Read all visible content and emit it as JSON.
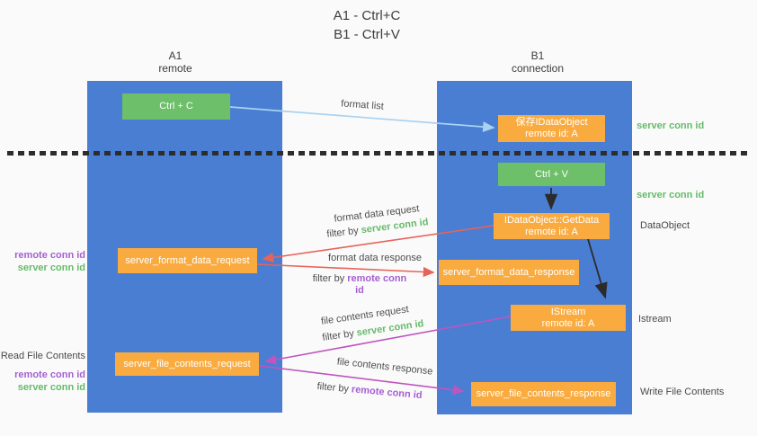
{
  "title": {
    "line1": "A1 - Ctrl+C",
    "line2": "B1 - Ctrl+V"
  },
  "columns": {
    "a1": {
      "id": "A1",
      "role": "remote"
    },
    "b1": {
      "id": "B1",
      "role": "connection"
    }
  },
  "nodes": {
    "ctrl_c": {
      "label": "Ctrl + C"
    },
    "save_idataobject": {
      "line1": "保存IDataObject",
      "line2": "remote id: A"
    },
    "ctrl_v": {
      "label": "Ctrl + V"
    },
    "getdata": {
      "line1": "IDataObject::GetData",
      "line2": "remote id: A"
    },
    "format_request": {
      "label": "server_format_data_request"
    },
    "format_response": {
      "label": "server_format_data_response"
    },
    "istream": {
      "line1": "IStream",
      "line2": "remote id: A"
    },
    "file_request": {
      "label": "server_file_contents_request"
    },
    "file_response": {
      "label": "server_file_contents_response"
    }
  },
  "flow_labels": {
    "format_list": "format list",
    "format_data_request": "format data request",
    "format_data_response": "format data response",
    "file_contents_request": "file contents request",
    "file_contents_response": "file contents response",
    "filter_by": "filter by ",
    "server_conn_id": "server conn id",
    "remote_conn_id": "remote conn id"
  },
  "side_labels": {
    "left": {
      "remote_conn_id": "remote conn id",
      "server_conn_id": "server conn id",
      "read_file_contents": "Read File Contents"
    },
    "right": {
      "server_conn_id": "server conn id",
      "dataobject": "DataObject",
      "istream": "Istream",
      "write_file_contents": "Write File Contents"
    }
  },
  "colors": {
    "column_blue": "#4a7ed3",
    "node_green": "#6dbf69",
    "node_orange": "#f9ab40",
    "arrow_blue": "#a8d2f0",
    "arrow_red": "#e8635a",
    "arrow_magenta": "#bf55bf",
    "arrow_black": "#2b2b2b",
    "label_green": "#66bb6a",
    "label_purple": "#a55fd0",
    "text_dark": "#3c3c3c",
    "background": "#fafafa"
  }
}
